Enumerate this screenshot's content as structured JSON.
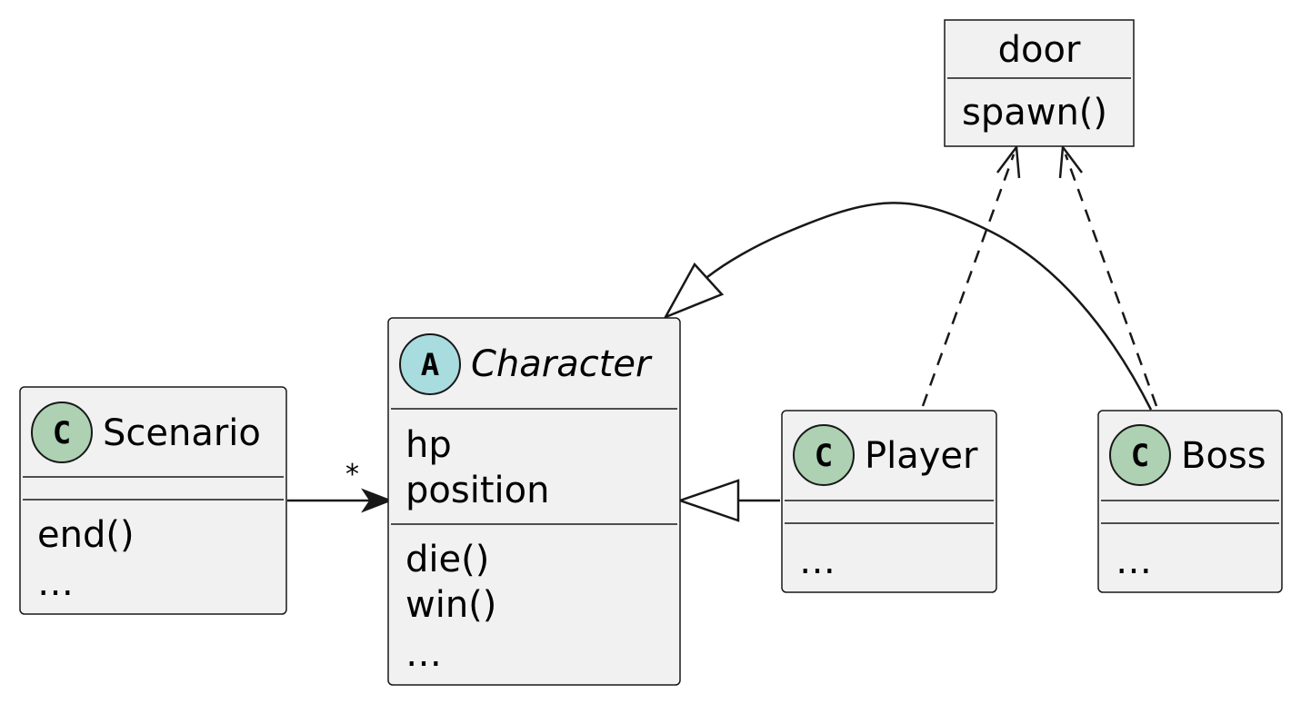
{
  "classes": {
    "scenario": {
      "stereotype_glyph": "C",
      "name": "Scenario",
      "fields": [],
      "methods": [
        "end()",
        "…"
      ]
    },
    "character": {
      "stereotype_glyph": "A",
      "name": "Character",
      "fields": [
        "hp",
        "position"
      ],
      "methods": [
        "die()",
        "win()",
        "…"
      ]
    },
    "player": {
      "stereotype_glyph": "C",
      "name": "Player",
      "fields": [],
      "methods": [
        "…"
      ]
    },
    "boss": {
      "stereotype_glyph": "C",
      "name": "Boss",
      "fields": [],
      "methods": [
        "…"
      ]
    },
    "door": {
      "name": "door",
      "methods": [
        "spawn()"
      ]
    }
  },
  "relations": {
    "scenario_character": {
      "multiplicity": "*"
    }
  },
  "colors": {
    "class_fill": "#f1f1f1",
    "class_stroke": "#181818",
    "class_circle": "#add1b2",
    "abstract_circle": "#a9dcdf"
  }
}
